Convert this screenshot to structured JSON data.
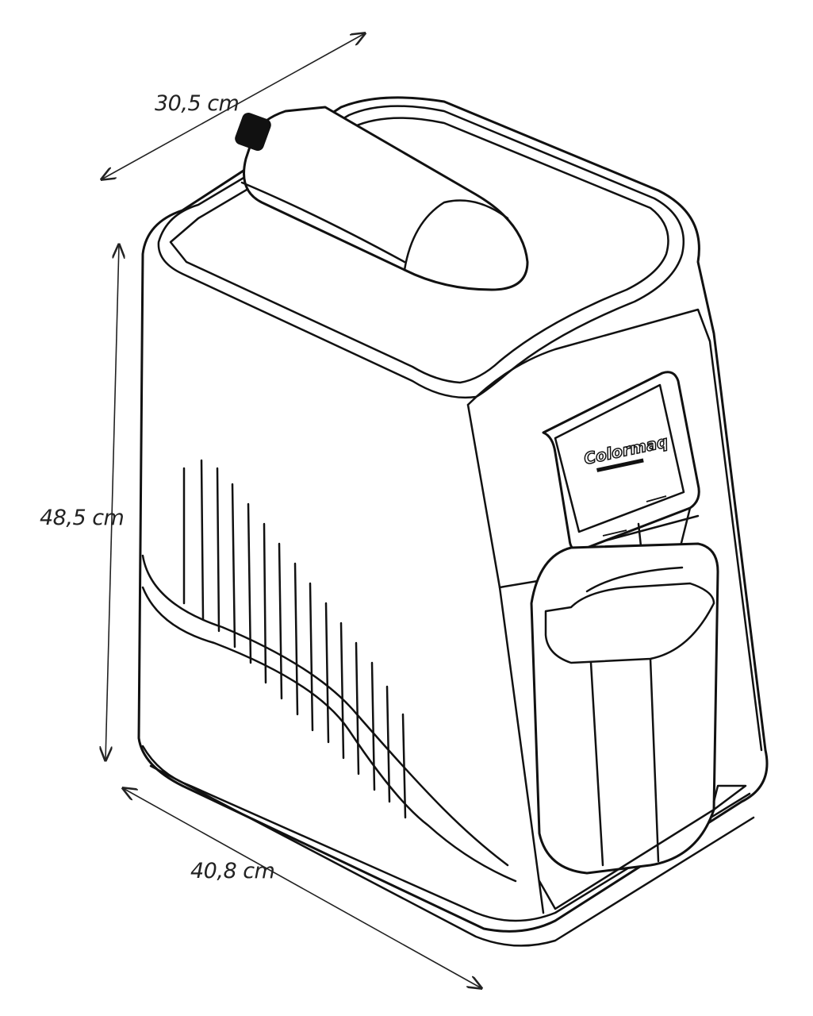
{
  "dimensions": {
    "depth": "30,5 cm",
    "height": "48,5 cm",
    "width": "40,8 cm"
  },
  "product": {
    "logo_text": "Colormaq"
  },
  "colors": {
    "line": "#111111",
    "background": "#ffffff"
  }
}
